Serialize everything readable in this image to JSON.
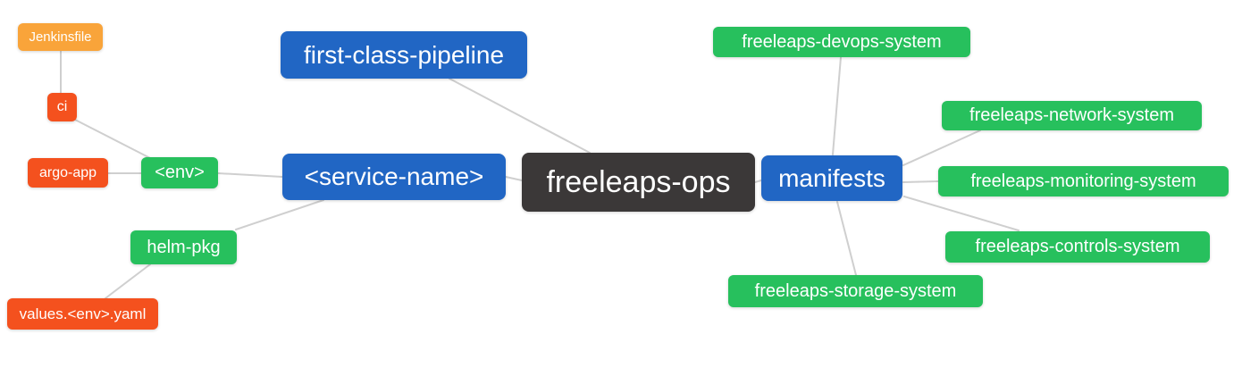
{
  "diagram": {
    "type": "mindmap",
    "root": "freeleaps_ops",
    "nodes": {
      "jenkinsfile": {
        "label": "Jenkinsfile",
        "color": "#f9a43a"
      },
      "ci": {
        "label": "ci",
        "color": "#f4511e"
      },
      "argo_app": {
        "label": "argo-app",
        "color": "#f4511e"
      },
      "env": {
        "label": "<env>",
        "color": "#27c05d"
      },
      "first_class_pipeline": {
        "label": "first-class-pipeline",
        "color": "#2166c4"
      },
      "service_name": {
        "label": "<service-name>",
        "color": "#2166c4"
      },
      "freeleaps_ops": {
        "label": "freeleaps-ops",
        "color": "#3b3838"
      },
      "manifests": {
        "label": "manifests",
        "color": "#2166c4"
      },
      "devops_system": {
        "label": "freeleaps-devops-system",
        "color": "#27c05d"
      },
      "network_system": {
        "label": "freeleaps-network-system",
        "color": "#27c05d"
      },
      "monitoring_system": {
        "label": "freeleaps-monitoring-system",
        "color": "#27c05d"
      },
      "controls_system": {
        "label": "freeleaps-controls-system",
        "color": "#27c05d"
      },
      "storage_system": {
        "label": "freeleaps-storage-system",
        "color": "#27c05d"
      },
      "helm_pkg": {
        "label": "helm-pkg",
        "color": "#27c05d"
      },
      "values_env_yaml": {
        "label": "values.<env>.yaml",
        "color": "#f4511e"
      }
    },
    "edges": [
      {
        "from": "jenkinsfile",
        "to": "ci"
      },
      {
        "from": "ci",
        "to": "env"
      },
      {
        "from": "argo_app",
        "to": "env"
      },
      {
        "from": "env",
        "to": "service_name"
      },
      {
        "from": "helm_pkg",
        "to": "service_name"
      },
      {
        "from": "values_env_yaml",
        "to": "helm_pkg"
      },
      {
        "from": "first_class_pipeline",
        "to": "freeleaps_ops"
      },
      {
        "from": "service_name",
        "to": "freeleaps_ops"
      },
      {
        "from": "freeleaps_ops",
        "to": "manifests"
      },
      {
        "from": "manifests",
        "to": "devops_system"
      },
      {
        "from": "manifests",
        "to": "network_system"
      },
      {
        "from": "manifests",
        "to": "monitoring_system"
      },
      {
        "from": "manifests",
        "to": "controls_system"
      },
      {
        "from": "manifests",
        "to": "storage_system"
      }
    ],
    "colors": {
      "blue": "#2166c4",
      "green": "#27c05d",
      "orange": "#f9a43a",
      "red": "#f4511e",
      "dark": "#3b3838",
      "edge": "#cfcfcf",
      "background": "#ffffff",
      "text": "#ffffff"
    }
  }
}
